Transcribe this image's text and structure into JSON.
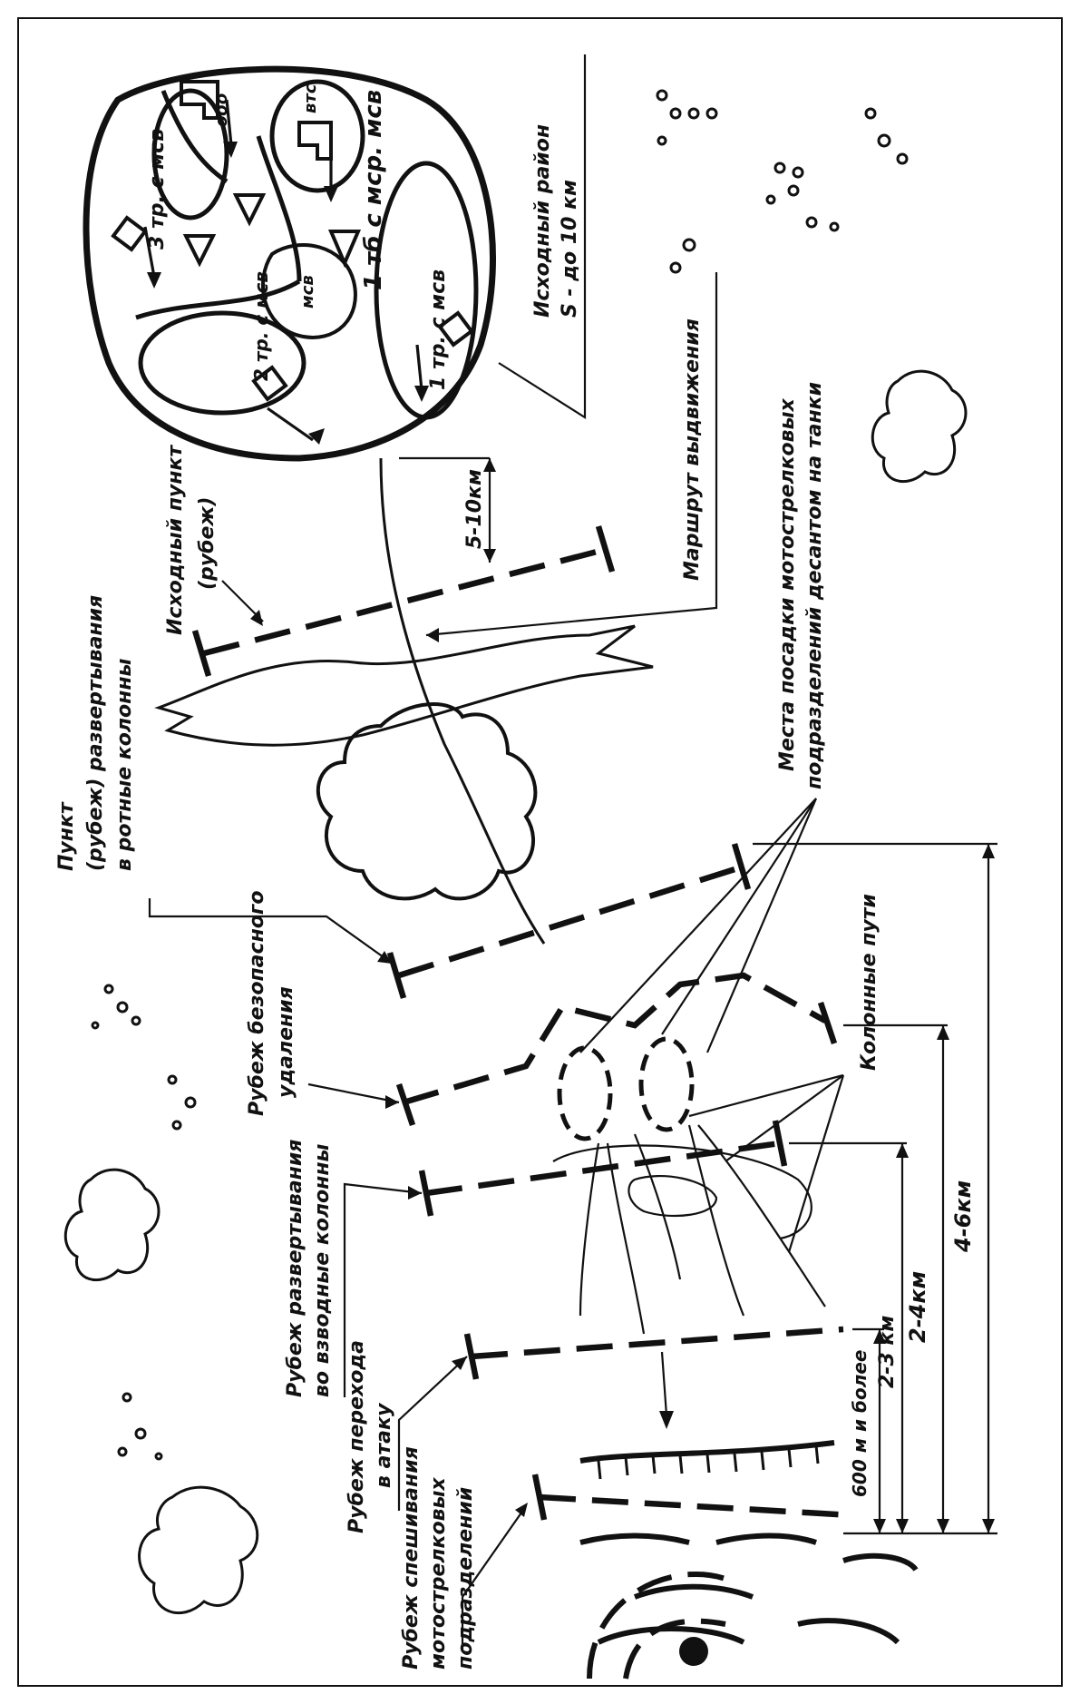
{
  "labels": {
    "iskhodny_rayon": "Исходный район",
    "iskhodny_rayon_size": "S - до 10 км",
    "marshrut": "Маршрут выдвижения",
    "mesta_posadki_1": "Места посадки мотострелковых",
    "mesta_posadki_2": "подразделений десантом на танки",
    "kolonnye_puti": "Колонные пути",
    "iskhodny_punkt_1": "Исходный пункт",
    "iskhodny_punkt_2": "(рубеж)",
    "punkt_razv_1": "Пункт",
    "punkt_razv_2": "(рубеж) развертывания",
    "punkt_razv_3": "в ротные колонны",
    "rubezh_bezop_1": "Рубеж безопасного",
    "rubezh_bezop_2": "удаления",
    "rubezh_razv_vzv_1": "Рубеж развертывания",
    "rubezh_razv_vzv_2": "во взводные колонны",
    "rubezh_perekhoda_1": "Рубеж перехода",
    "rubezh_perekhoda_2": "в атаку",
    "rubezh_speshivaniya_1": "Рубеж спешивания",
    "rubezh_speshivaniya_2": "мотострелковых",
    "rubezh_speshivaniya_3": "подразделений"
  },
  "distances": {
    "d_5_10": "5-10км",
    "d_4_6": "4-6км",
    "d_2_4": "2-4км",
    "d_2_3": "2-3 км",
    "d_600": "600 м и более"
  },
  "units": {
    "u_3tr": "3 тр. с мсв",
    "u_1tb": "1 тб с мср. мсв",
    "u_2tr": "2 тр. с мсв",
    "u_1tr": "1 тр. с мсв",
    "u_mcv": "мсв",
    "u_vtr": "втс",
    "u_obo": "обо"
  }
}
